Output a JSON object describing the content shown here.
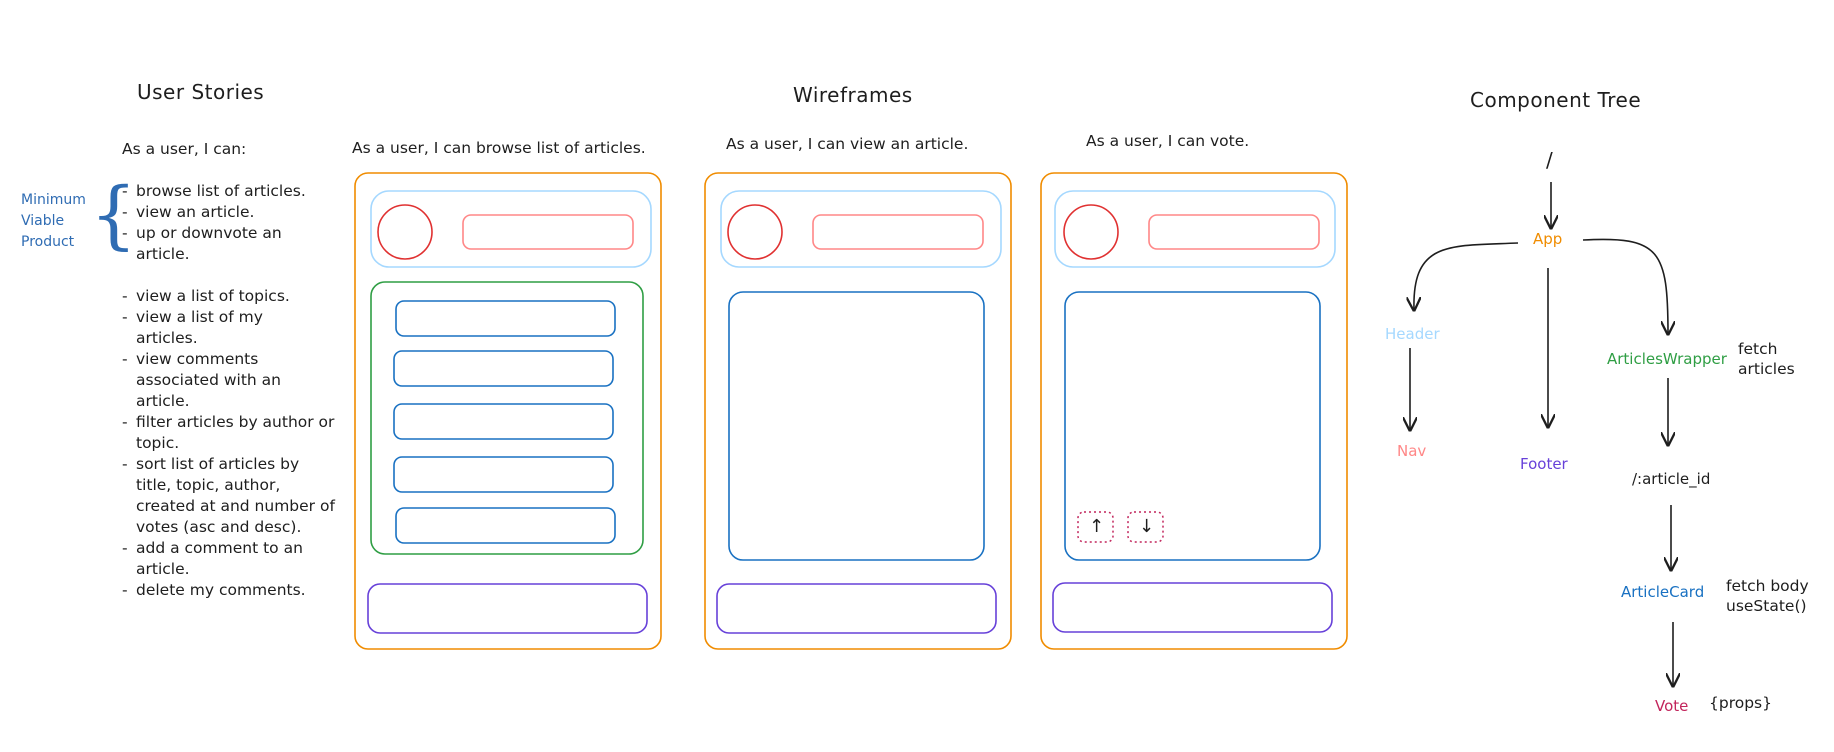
{
  "user_stories": {
    "title": "User Stories",
    "intro": "As a user, I can:",
    "mvp_label": [
      "Minimum",
      "Viable",
      "Product"
    ],
    "mvp_items": [
      "browse list of articles.",
      "view an article.",
      "up or downvote an article."
    ],
    "more_items": [
      "view a list of topics.",
      "view a list of my articles.",
      "view comments associated with an article.",
      "filter articles by author or topic.",
      "sort list of articles by title, topic, author, created at and number of votes (asc and desc).",
      "add a comment to an article.",
      "delete my comments."
    ]
  },
  "wireframes": {
    "title": "Wireframes",
    "captions": [
      "As a user, I can browse list of articles.",
      "As a user, I can view an article.",
      "As a user, I can vote."
    ],
    "vote_glyphs": {
      "up": "↑",
      "down": "↓"
    }
  },
  "component_tree": {
    "title": "Component Tree",
    "nodes": {
      "root": "/",
      "app": "App",
      "header": "Header",
      "nav": "Nav",
      "footer": "Footer",
      "articles_wrapper": "ArticlesWrapper",
      "article_route": "/:article_id",
      "article_card": "ArticleCard",
      "vote": "Vote"
    },
    "notes": {
      "articles_wrapper": [
        "fetch",
        "articles"
      ],
      "article_card": [
        "fetch body",
        "useState()"
      ],
      "vote": "{props}"
    }
  },
  "colors": {
    "ink": "#1e1e1e",
    "frame": "#f08c00",
    "header_box": "#a5d8ff",
    "logo": "#e03131",
    "nav_bar": "#ff8787",
    "list_box": "#2f9e44",
    "content": "#1971c2",
    "footer": "#6741d9",
    "vote_box": "#c2255c",
    "mvp": "#2f6cb3"
  }
}
